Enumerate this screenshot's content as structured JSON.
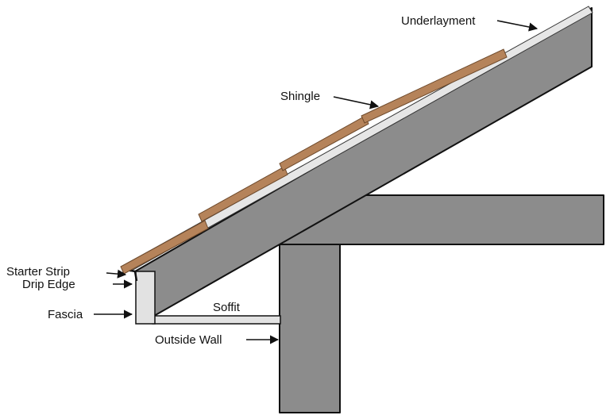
{
  "labels": {
    "underlayment": "Underlayment",
    "shingle": "Shingle",
    "starter_strip": "Starter Strip",
    "drip_edge": "Drip Edge",
    "fascia": "Fascia",
    "soffit": "Soffit",
    "outside_wall": "Outside Wall"
  },
  "colors": {
    "framing": "#8c8c8c",
    "shingle": "#b5835a",
    "underlayment": "#e6e6e6",
    "outline": "#111111"
  }
}
